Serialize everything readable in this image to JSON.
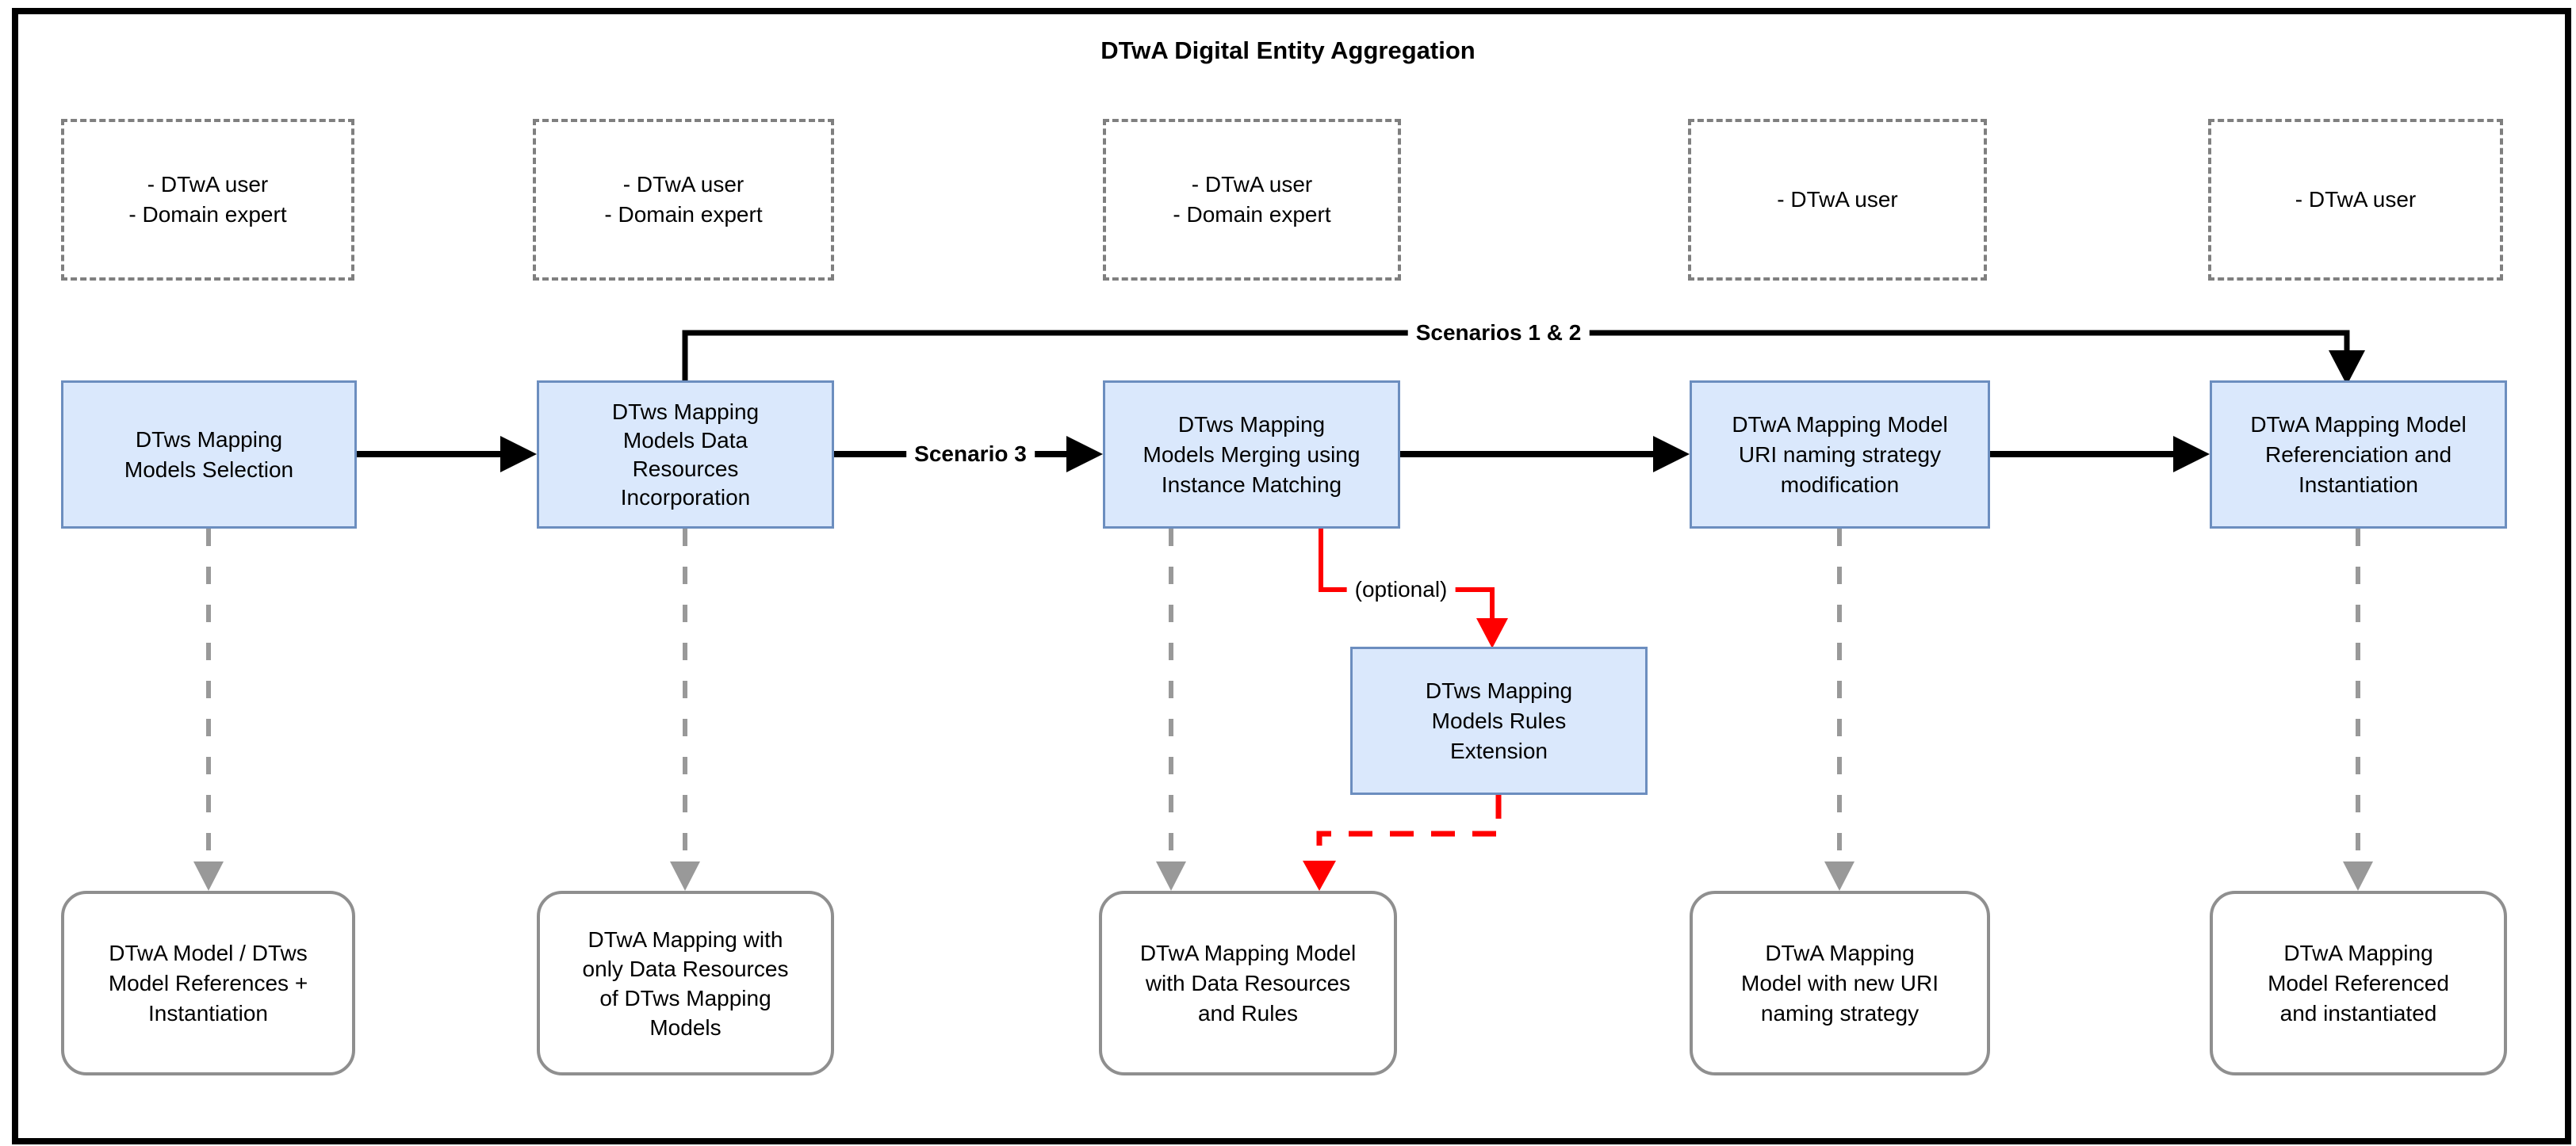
{
  "title": "DTwA Digital Entity Aggregation",
  "colors": {
    "text": "#000000",
    "flow": "#000000",
    "optional": "#ff0000",
    "result_arrow": "#999999",
    "process_fill": "#dae8fc",
    "process_stroke": "#6c8ebf",
    "actor_stroke": "#7f7f7f",
    "output_stroke": "#8f8f8f"
  },
  "actors": [
    {
      "lines": [
        "- DTwA user",
        "- Domain expert"
      ]
    },
    {
      "lines": [
        "- DTwA user",
        "- Domain expert"
      ]
    },
    {
      "lines": [
        "- DTwA user",
        "- Domain expert"
      ]
    },
    {
      "lines": [
        "- DTwA user"
      ]
    },
    {
      "lines": [
        "- DTwA user"
      ]
    }
  ],
  "processes": [
    {
      "lines": [
        "DTws Mapping",
        "Models Selection"
      ]
    },
    {
      "lines": [
        "DTws Mapping",
        "Models Data",
        "Resources",
        "Incorporation"
      ]
    },
    {
      "lines": [
        "DTws Mapping",
        "Models Merging using",
        "Instance Matching"
      ]
    },
    {
      "lines": [
        "DTwA Mapping Model",
        "URI naming strategy",
        "modification"
      ]
    },
    {
      "lines": [
        "DTwA Mapping Model",
        "Referenciation and",
        "Instantiation"
      ]
    }
  ],
  "optional_process": {
    "lines": [
      "DTws Mapping",
      "Models Rules",
      "Extension"
    ]
  },
  "outputs": [
    {
      "lines": [
        "DTwA Model / DTws",
        "Model References +",
        "Instantiation"
      ]
    },
    {
      "lines": [
        "DTwA Mapping with",
        "only Data Resources",
        "of DTws Mapping",
        "Models"
      ]
    },
    {
      "lines": [
        "DTwA Mapping Model",
        "with Data Resources",
        "and Rules"
      ]
    },
    {
      "lines": [
        "DTwA Mapping",
        "Model with new URI",
        "naming strategy"
      ]
    },
    {
      "lines": [
        "DTwA Mapping",
        "Model Referenced",
        "and instantiated"
      ]
    }
  ],
  "edge_labels": {
    "scenario3": "Scenario 3",
    "scenarios12": "Scenarios 1 & 2",
    "optional": "(optional)"
  }
}
